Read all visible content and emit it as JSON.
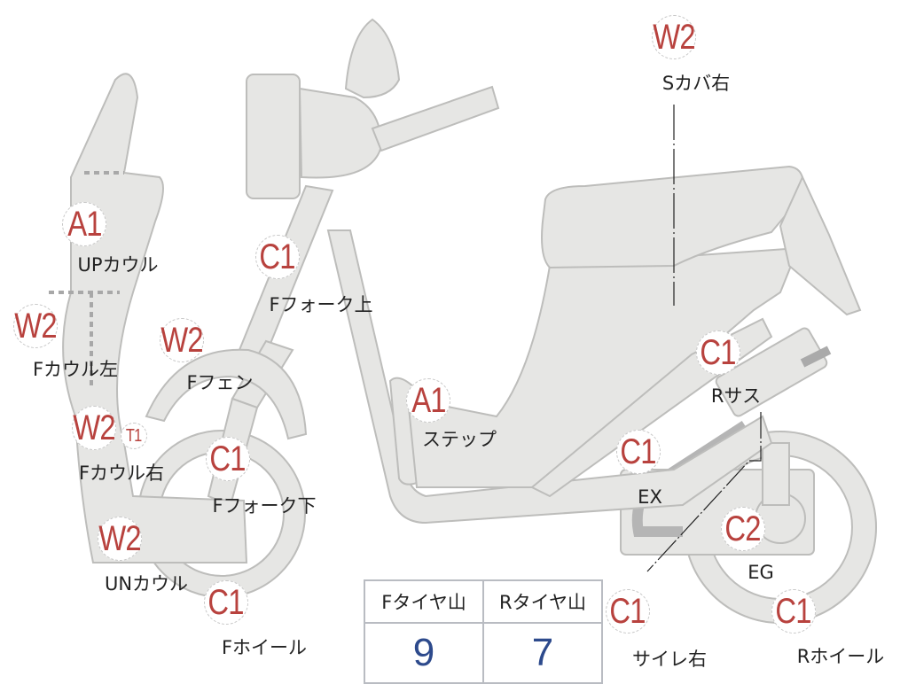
{
  "parts": [
    {
      "id": "s-cover-right",
      "grade": "W2",
      "label": "Sカバ右"
    },
    {
      "id": "up-cowl",
      "grade": "A1",
      "label": "UPカウル"
    },
    {
      "id": "f-cowl-left",
      "grade": "W2",
      "label": "Fカウル左"
    },
    {
      "id": "f-fender",
      "grade": "W2",
      "label": "Fフェン"
    },
    {
      "id": "f-fork-upper",
      "grade": "C1",
      "label": "Fフォーク上"
    },
    {
      "id": "step",
      "grade": "A1",
      "label": "ステップ"
    },
    {
      "id": "r-suspension",
      "grade": "C1",
      "label": "Rサス"
    },
    {
      "id": "f-cowl-right",
      "grade": "W2",
      "extra_grade": "T1",
      "label": "Fカウル右"
    },
    {
      "id": "f-fork-lower",
      "grade": "C1",
      "label": "Fフォーク下"
    },
    {
      "id": "exhaust",
      "grade": "C1",
      "label": "EX"
    },
    {
      "id": "engine",
      "grade": "C2",
      "label": "EG"
    },
    {
      "id": "un-cowl",
      "grade": "W2",
      "label": "UNカウル"
    },
    {
      "id": "f-wheel",
      "grade": "C1",
      "label": "Fホイール"
    },
    {
      "id": "silencer-right",
      "grade": "C1",
      "label": "サイレ右"
    },
    {
      "id": "r-wheel",
      "grade": "C1",
      "label": "Rホイール"
    }
  ],
  "tread": {
    "front_label": "Fタイヤ山",
    "rear_label": "Rタイヤ山",
    "front_value": "9",
    "rear_value": "7"
  },
  "colors": {
    "grade": "#b8423e",
    "value": "#2d4a8c",
    "body": "#e6e6e4"
  }
}
